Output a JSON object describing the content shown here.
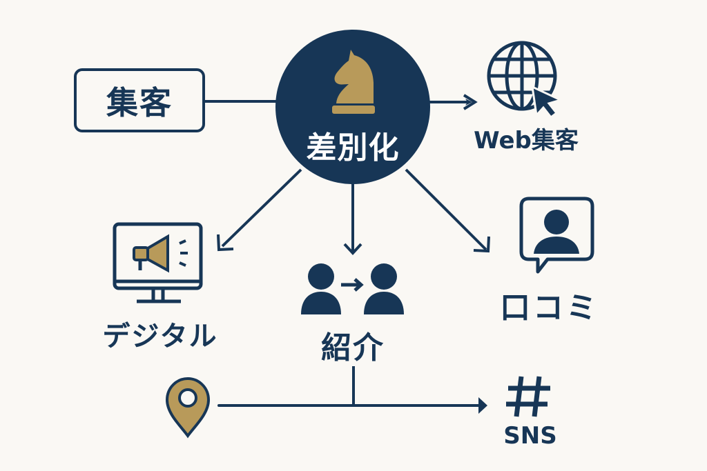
{
  "colors": {
    "navy": "#173656",
    "gold": "#b89a5a",
    "background": "#faf8f4"
  },
  "center": {
    "label": "差別化",
    "icon": "chess-knight-icon"
  },
  "nodes": {
    "shukyaku": {
      "label": "集客"
    },
    "web": {
      "label": "Web集客",
      "icon": "globe-cursor-icon"
    },
    "digital": {
      "label": "デジタル",
      "icon": "monitor-megaphone-icon"
    },
    "shokai": {
      "label": "紹介",
      "icon": "referral-people-icon"
    },
    "kuchikomi": {
      "label": "口コミ",
      "icon": "speech-bubble-person-icon"
    },
    "location": {
      "icon": "map-pin-icon"
    },
    "sns": {
      "label": "SNS",
      "icon": "hashtag-icon"
    }
  }
}
